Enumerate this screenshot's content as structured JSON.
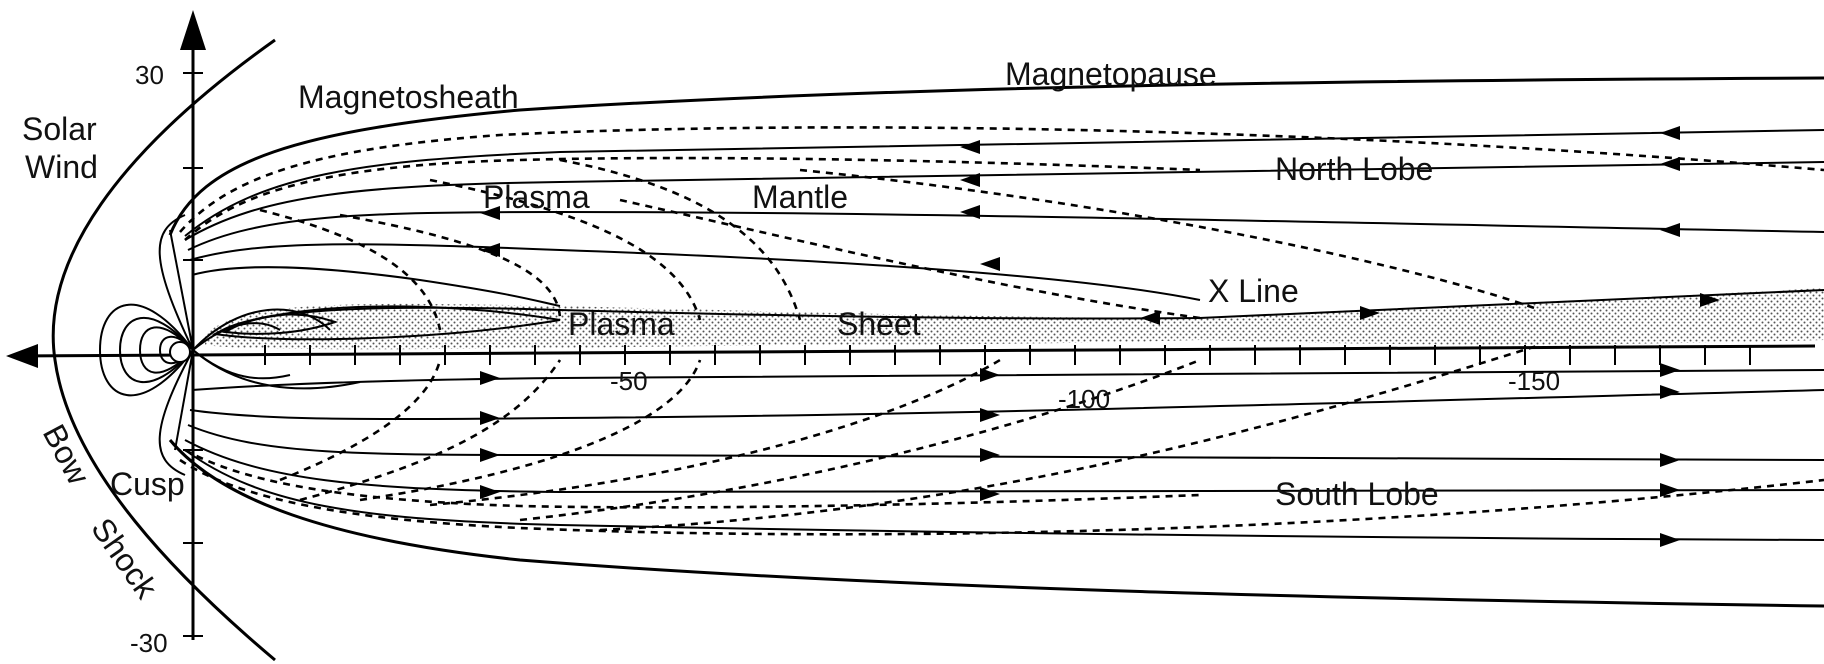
{
  "labels": {
    "solar_wind_1": "Solar",
    "solar_wind_2": "Wind",
    "magnetosheath": "Magnetosheath",
    "magnetopause": "Magnetopause",
    "north_lobe": "North Lobe",
    "plasma_mantle_1": "Plasma",
    "plasma_mantle_2": "Mantle",
    "x_line": "X Line",
    "plasma_sheet_1": "Plasma",
    "plasma_sheet_2": "Sheet",
    "south_lobe": "South Lobe",
    "cusp": "Cusp",
    "bow_shock_1": "Bow",
    "bow_shock_2": "Shock"
  },
  "axes": {
    "y_ticks": [
      "30",
      "-30"
    ],
    "x_ticks": [
      "-50",
      "-100",
      "-150"
    ]
  },
  "colors": {
    "line": "#000000",
    "plasma_sheet_fill": "#c8c8c8"
  }
}
